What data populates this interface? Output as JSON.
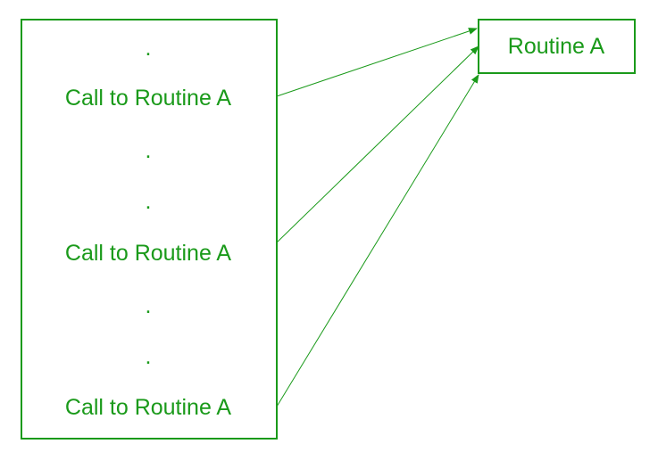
{
  "colors": {
    "stroke": "#1a9a1a",
    "text": "#1a9a1a",
    "background": "#ffffff"
  },
  "caller": {
    "lines": [
      ".",
      "Call to Routine A",
      ".",
      ".",
      "Call to Routine A",
      ".",
      ".",
      "Call to Routine A"
    ]
  },
  "routine": {
    "label": "Routine A"
  }
}
